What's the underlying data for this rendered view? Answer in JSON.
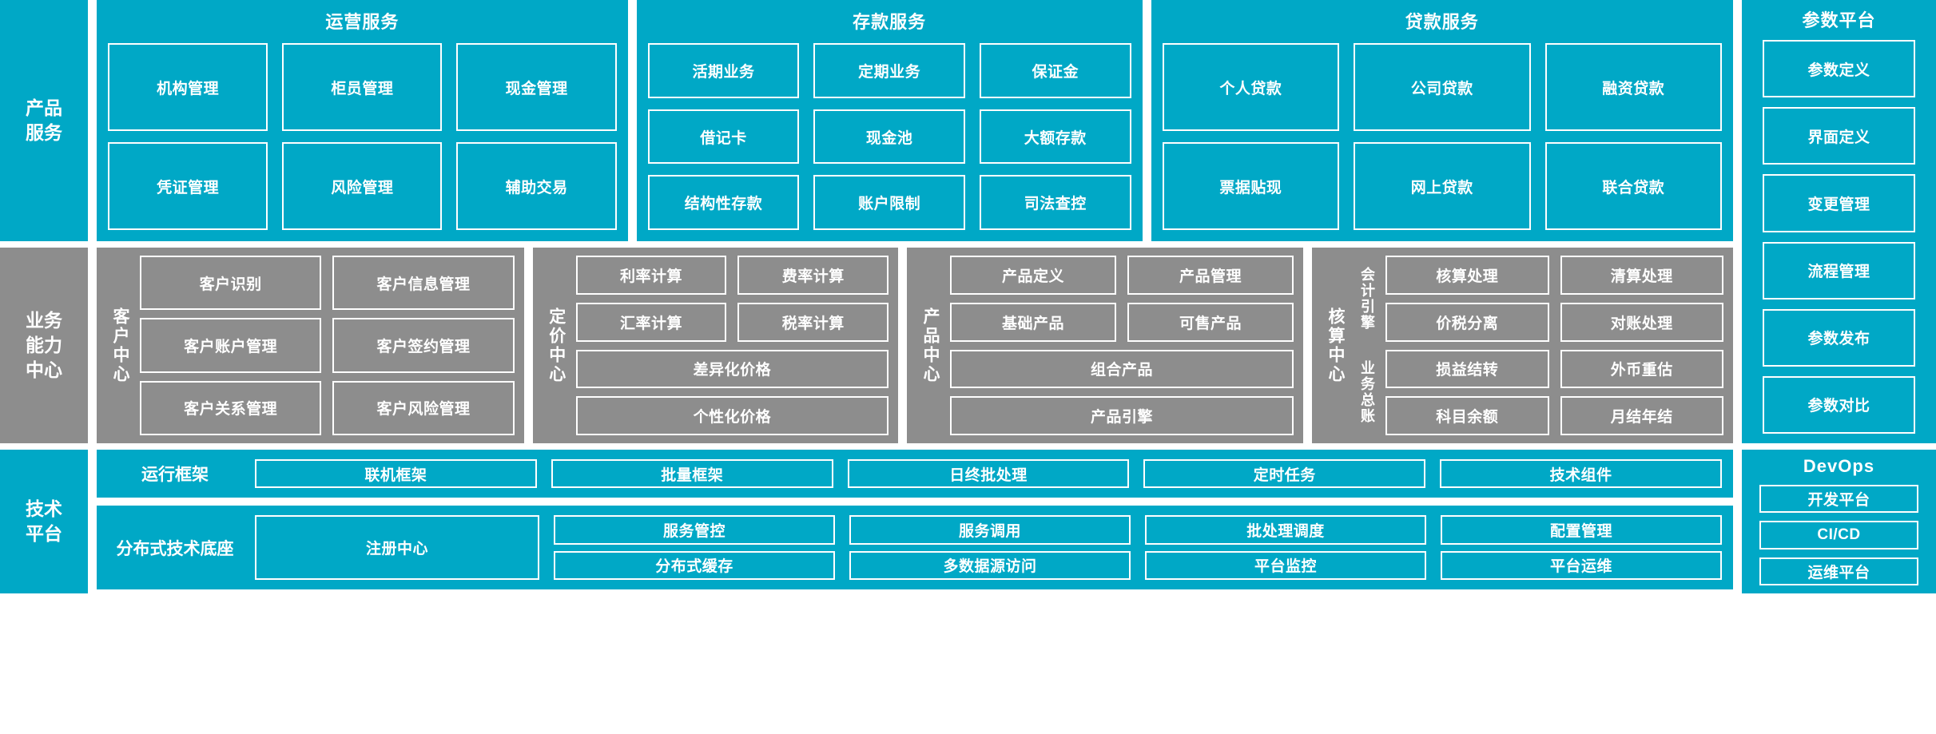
{
  "theme": {
    "cyan": "#00a8c6",
    "gray": "#8d8d8d",
    "line": "#ffffff",
    "bg": "#ffffff"
  },
  "layers": {
    "product": {
      "label": "产品\n服务"
    },
    "business": {
      "label": "业务\n能力\n中心"
    },
    "tech": {
      "label": "技术\n平台"
    }
  },
  "product_groups": [
    {
      "title": "运营服务",
      "rows": [
        [
          "机构管理",
          "柜员管理",
          "现金管理"
        ],
        [
          "凭证管理",
          "风险管理",
          "辅助交易"
        ]
      ]
    },
    {
      "title": "存款服务",
      "rows": [
        [
          "活期业务",
          "定期业务",
          "保证金"
        ],
        [
          "借记卡",
          "现金池",
          "大额存款"
        ],
        [
          "结构性存款",
          "账户限制",
          "司法查控"
        ]
      ]
    },
    {
      "title": "贷款服务",
      "rows": [
        [
          "个人贷款",
          "公司贷款",
          "融资贷款"
        ],
        [
          "票据贴现",
          "网上贷款",
          "联合贷款"
        ]
      ]
    }
  ],
  "parameter_platform": {
    "title": "参数平台",
    "items": [
      "参数定义",
      "界面定义",
      "变更管理",
      "流程管理",
      "参数发布",
      "参数对比"
    ]
  },
  "business_centers": [
    {
      "label": "客户中心",
      "grid": [
        [
          "客户识别",
          "客户信息管理"
        ],
        [
          "客户账户管理",
          "客户签约管理"
        ],
        [
          "客户关系管理",
          "客户风险管理"
        ]
      ]
    },
    {
      "label": "定价中心",
      "grid": [
        [
          "利率计算",
          "费率计算"
        ],
        [
          "汇率计算",
          "税率计算"
        ]
      ],
      "wide": [
        "差异化价格",
        "个性化价格"
      ]
    },
    {
      "label": "产品中心",
      "grid": [
        [
          "产品定义",
          "产品管理"
        ],
        [
          "基础产品",
          "可售产品"
        ]
      ],
      "wide": [
        "组合产品",
        "产品引擎"
      ]
    },
    {
      "label": "核算中心",
      "sub_groups": [
        {
          "label": "会计引擎",
          "grid": [
            [
              "核算处理",
              "清算处理"
            ],
            [
              "价税分离",
              "对账处理"
            ]
          ]
        },
        {
          "label": "业务总账",
          "grid": [
            [
              "损益结转",
              "外币重估"
            ],
            [
              "科目余额",
              "月结年结"
            ]
          ]
        }
      ]
    }
  ],
  "tech_platform": {
    "runtime": {
      "label": "运行框架",
      "items": [
        "联机框架",
        "批量框架",
        "日终批处理",
        "定时任务",
        "技术组件"
      ]
    },
    "base": {
      "label": "分布式技术底座",
      "registry": "注册中心",
      "columns": [
        [
          "服务管控",
          "分布式缓存"
        ],
        [
          "服务调用",
          "多数据源访问"
        ],
        [
          "批处理调度",
          "平台监控"
        ],
        [
          "配置管理",
          "平台运维"
        ]
      ]
    }
  },
  "devops": {
    "title": "DevOps",
    "items": [
      "开发平台",
      "CI/CD",
      "运维平台"
    ]
  }
}
